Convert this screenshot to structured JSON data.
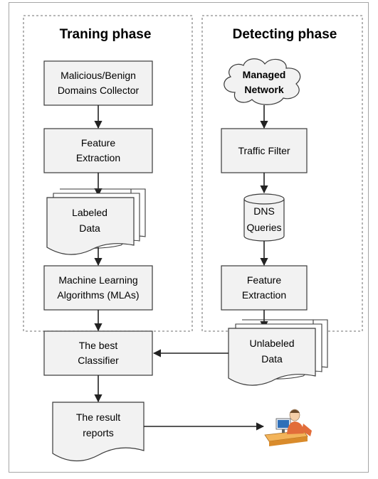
{
  "phases": {
    "training": {
      "title": "Traning phase",
      "malicious_collector": [
        "Malicious/Benign",
        "Domains Collector"
      ],
      "feature_extraction": [
        "Feature",
        "Extraction"
      ],
      "labeled_data": [
        "Labeled",
        "Data"
      ],
      "mla": [
        "Machine Learning",
        "Algorithms (MLAs)"
      ],
      "best_classifier": [
        "The best",
        "Classifier"
      ]
    },
    "detecting": {
      "title": "Detecting phase",
      "managed_network": [
        "Managed",
        "Network"
      ],
      "traffic_filter": [
        "Traffic Filter"
      ],
      "dns_queries": [
        "DNS",
        "Queries"
      ],
      "feature_extraction": [
        "Feature",
        "Extraction"
      ],
      "unlabeled_data": [
        "Unlabeled",
        "Data"
      ]
    }
  },
  "result_reports": [
    "The result",
    "reports"
  ],
  "icons": {
    "analyst": "analyst-at-computer-icon"
  },
  "colors": {
    "box_fill": "#f2f2f2",
    "stroke": "#3a3a3a",
    "frame": "#a6a6a6"
  }
}
